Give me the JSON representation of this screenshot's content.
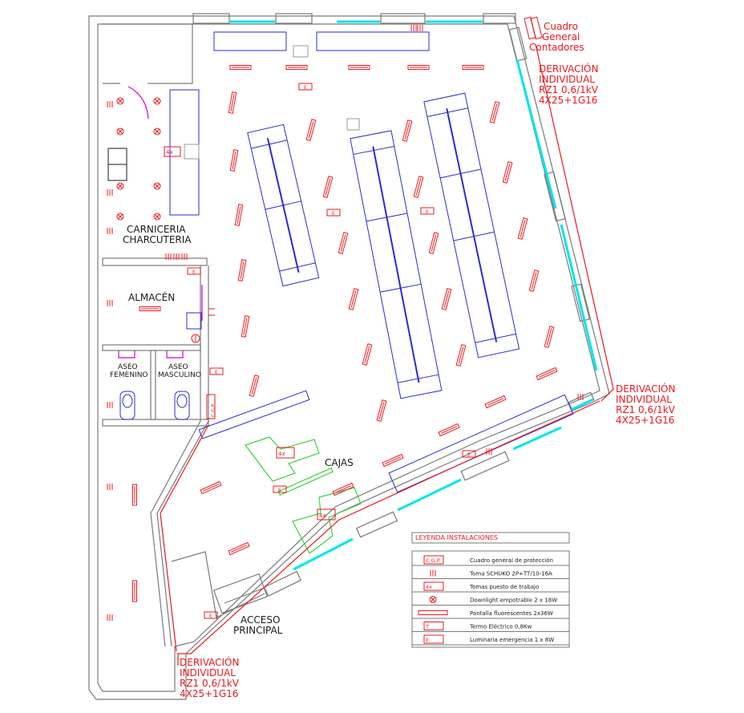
{
  "labels": {
    "cuadro_general": [
      "Cuadro",
      "General",
      "Contadores"
    ],
    "derivacion_top": [
      "DERIVACIÓN",
      "INDIVIDUAL",
      "RZ1 0,6/1kV",
      "4X25+1G16"
    ],
    "derivacion_right": [
      "DERIVACIÓN",
      "INDIVIDUAL",
      "RZ1 0,6/1kV",
      "4X25+1G16"
    ],
    "derivacion_bottom": [
      "DERIVACIÓN",
      "INDIVIDUAL",
      "RZ1 0,6/1kV",
      "4X25+1G16"
    ],
    "carniceria": [
      "CARNICERIA",
      "CHARCUTERIA"
    ],
    "almacen": "ALMACÉN",
    "aseo_femenino": [
      "ASEO",
      "FEMENINO"
    ],
    "aseo_masculino": [
      "ASEO",
      "MASCULINO"
    ],
    "cajas": "CAJAS",
    "acceso": [
      "ACCESO",
      "PRINCIPAL"
    ],
    "workstation_tag": "4x",
    "emergency_tag": "E",
    "cgp_tag": "C.G.P."
  },
  "legend": {
    "title": "LEYENDA INSTALACIONES",
    "items": [
      {
        "symbol": "C.G.P.",
        "text": "Cuadro general de protección"
      },
      {
        "symbol": "schuko",
        "text": "Toma SCHUKO 2P+TT/10-16A"
      },
      {
        "symbol": "4x",
        "text": "Tomas puesto de trabajo"
      },
      {
        "symbol": "downlight",
        "text": "Downlight empotrable 2 x 18W"
      },
      {
        "symbol": "fluorescent",
        "text": "Pantalla fluorescentes 2x36W"
      },
      {
        "symbol": "T",
        "text": "Termo Eléctrico 0,8Kw"
      },
      {
        "symbol": "E",
        "text": "Luminaria emergencia 1 x 8W"
      }
    ]
  },
  "colors": {
    "wall": "#7a7a7a",
    "electrical": "#e8191f",
    "shelving": "#2b2bd6",
    "window": "#00e5ee",
    "checkout": "#3fd23f",
    "fixture": "#d100d1",
    "text": "#1a1a1a"
  }
}
